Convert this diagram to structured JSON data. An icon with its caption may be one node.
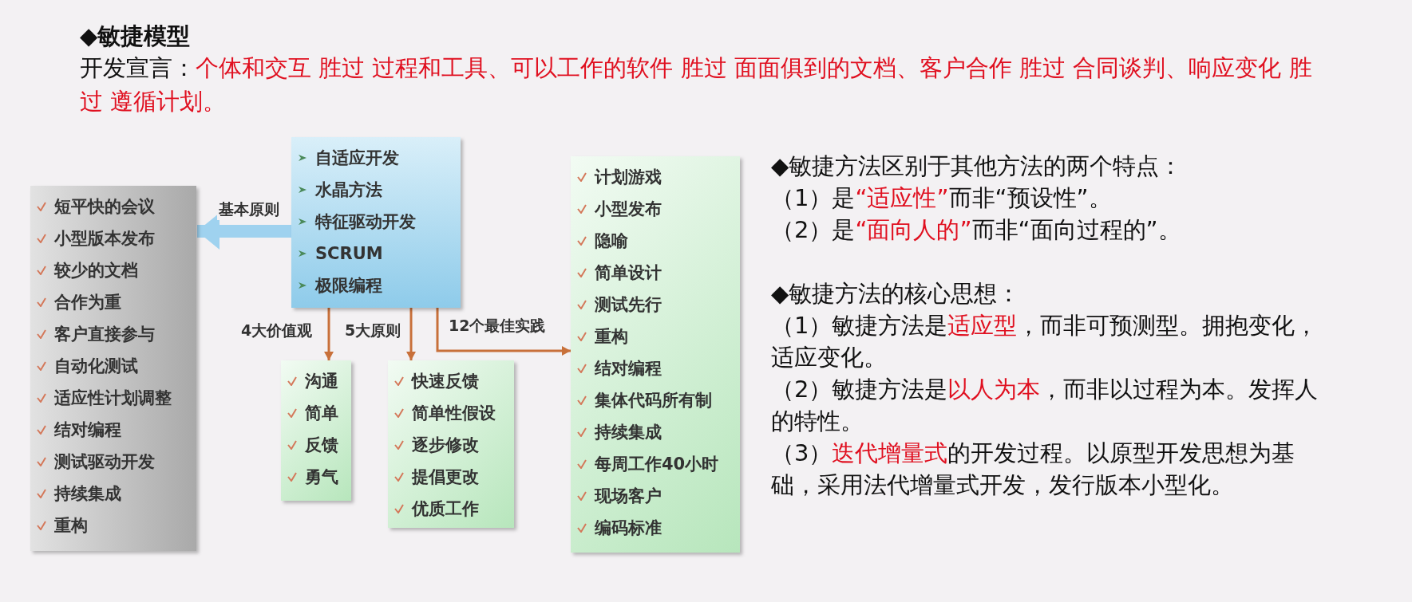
{
  "diagram": {
    "title": "◆敏捷模型",
    "nodes": [
      {
        "text": [
          "短平快的会议",
          "小型版本发布",
          "较少的文档",
          "合作为重",
          "客户直接参与",
          "自动化测试",
          "适应性计划调整",
          "结对编程",
          "测试驱动开发",
          "持续集成",
          "重构"
        ]
      },
      {
        "text": [
          "自适应开发",
          "水晶方法",
          "特征驱动开发",
          "SCRUM",
          "极限编程"
        ]
      },
      {
        "text": [
          "沟通",
          "简单",
          "反馈",
          "勇气"
        ]
      },
      {
        "text": [
          "快速反馈",
          "简单性假设",
          "逐步修改",
          "提倡更改",
          "优质工作"
        ]
      },
      {
        "text": [
          "计划游戏",
          "小型发布",
          "隐喻",
          "简单设计",
          "测试先行",
          "重构",
          "结对编程",
          "集体代码所有制",
          "持续集成",
          "每周工作40小时",
          "现场客户",
          "编码标准"
        ]
      }
    ],
    "edges": [
      {
        "from": 1,
        "to": 0,
        "arrow": "to",
        "label": "基本原则",
        "style": "thick",
        "color": "#9fd2ef"
      },
      {
        "from": 1,
        "to": 2,
        "arrow": "to",
        "label": "4大价值观"
      },
      {
        "from": 1,
        "to": 3,
        "arrow": "to",
        "label": "5大原则"
      },
      {
        "from": 1,
        "to": 4,
        "arrow": "to",
        "label": "12个最佳实践"
      }
    ],
    "labels": [
      "开发宣言：",
      "个体和交互 胜过 过程和工具、可以工作的软件 胜过 面面俱到的文档、客户合作 胜过 合同谈判、响应变化 胜过 遵循计划。",
      "◆敏捷方法区别于其他方法的两个特点：",
      "（1）是",
      "“适应性”",
      "而非“预设性”。",
      "（2）是",
      "“面向人的”",
      "而非“面向过程的”。",
      "◆敏捷方法的核心思想：",
      "（1）敏捷方法是",
      "适应型",
      "，而非可预测型。拥抱变化，适应变化。",
      "（2）敏捷方法是",
      "以人为本",
      "，而非以过程为本。发挥人的特性。",
      "（3）",
      "迭代增量式",
      "的开发过程。以原型开发思想为基础，采用法代增量式开发，发行版本小型化。"
    ]
  }
}
